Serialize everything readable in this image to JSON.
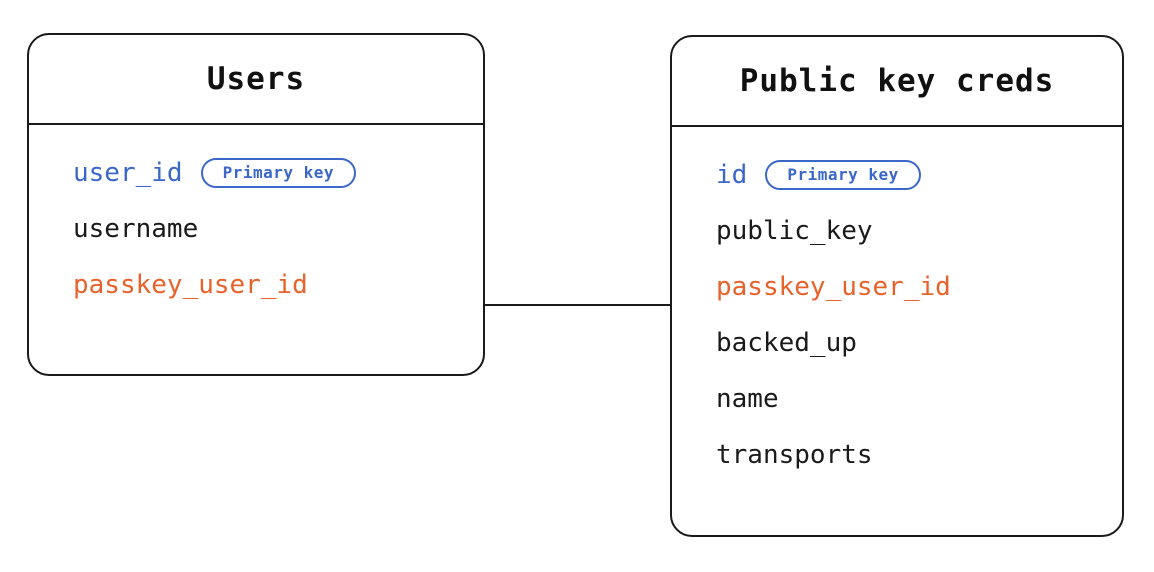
{
  "diagram": {
    "type": "entity-relationship-diagram",
    "background_color": "#ffffff",
    "colors": {
      "border": "#1a1a1a",
      "text": "#1a1a1a",
      "primary_key": "#3a67c8",
      "foreign_key": "#e8622c",
      "badge_border": "#3a67c8",
      "connector": "#1a1a1a"
    },
    "entities": [
      {
        "id": "users",
        "title": "Users",
        "fields": [
          {
            "name": "user_id",
            "role": "pk",
            "badge": "Primary key"
          },
          {
            "name": "username",
            "role": "plain",
            "badge": null
          },
          {
            "name": "passkey_user_id",
            "role": "fk",
            "badge": null
          }
        ]
      },
      {
        "id": "public-key-creds",
        "title": "Public key creds",
        "fields": [
          {
            "name": "id",
            "role": "pk",
            "badge": "Primary key"
          },
          {
            "name": "public_key",
            "role": "plain",
            "badge": null
          },
          {
            "name": "passkey_user_id",
            "role": "fk",
            "badge": null
          },
          {
            "name": "backed_up",
            "role": "plain",
            "badge": null
          },
          {
            "name": "name",
            "role": "plain",
            "badge": null
          },
          {
            "name": "transports",
            "role": "plain",
            "badge": null
          }
        ]
      }
    ],
    "relationships": [
      {
        "id": "users-to-public-key-creds",
        "from_entity": "users",
        "from_field": "passkey_user_id",
        "to_entity": "public-key-creds",
        "to_field": "passkey_user_id",
        "style": "solid-line"
      }
    ]
  }
}
